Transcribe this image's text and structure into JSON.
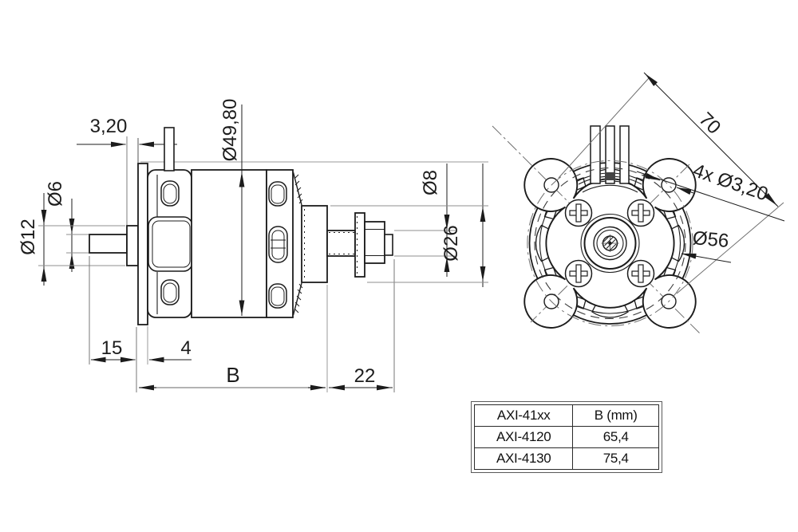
{
  "drawing": {
    "title": "AXI 41xx motor dimensional drawing",
    "colors": {
      "line": "#1c1c1c",
      "extension": "#8f8f8f",
      "background": "#ffffff"
    },
    "side_view": {
      "dims": {
        "boss_offset": "3,20",
        "stator_diameter": "Ø49,80",
        "front_shaft_diameter": "Ø6",
        "boss_diameter": "Ø12",
        "rear_shaft_diameter": "Ø8",
        "prop_hub_diameter": "Ø26",
        "front_shaft_length": "15",
        "flange_thickness": "4",
        "body_length_label": "B",
        "rear_shaft_length": "22"
      }
    },
    "front_view": {
      "dims": {
        "mount_hole_diagonal_spacing": "70",
        "mount_holes_callout": "4x Ø3,20",
        "pitch_circle_diameter": "Ø56"
      }
    },
    "table": {
      "headers": [
        "AXI-41xx",
        "B (mm)"
      ],
      "rows": [
        [
          "AXI-4120",
          "65,4"
        ],
        [
          "AXI-4130",
          "75,4"
        ]
      ]
    }
  }
}
